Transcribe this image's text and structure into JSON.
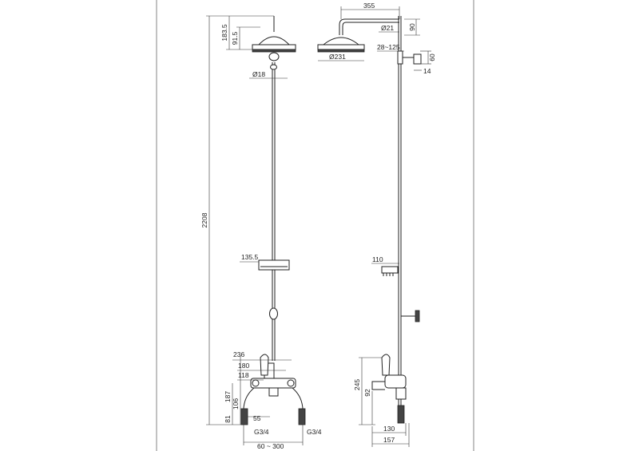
{
  "front": {
    "head_height_total": "183.5",
    "head_height_lower": "91.5",
    "pipe_dia": "Ø18",
    "total_height": "2208",
    "shelf_width": "135.5",
    "mixer_width_236": "236",
    "mixer_width_180": "180",
    "mixer_width_118": "118",
    "height_187": "187",
    "height_106": "106",
    "height_81": "81",
    "spout_55": "55",
    "inlet_left": "G3/4",
    "inlet_right": "G3/4",
    "centres": "60 ~ 300"
  },
  "side": {
    "arm_length": "355",
    "arm_dia": "Ø21",
    "arm_drop": "90",
    "head_dia": "Ø231",
    "holder_range": "28~125",
    "holder_height": "60",
    "holder_depth": "14",
    "shelf_depth": "110",
    "mixer_height": "245",
    "spout_height": "92",
    "body_depth_130": "130",
    "body_depth_157": "157"
  }
}
